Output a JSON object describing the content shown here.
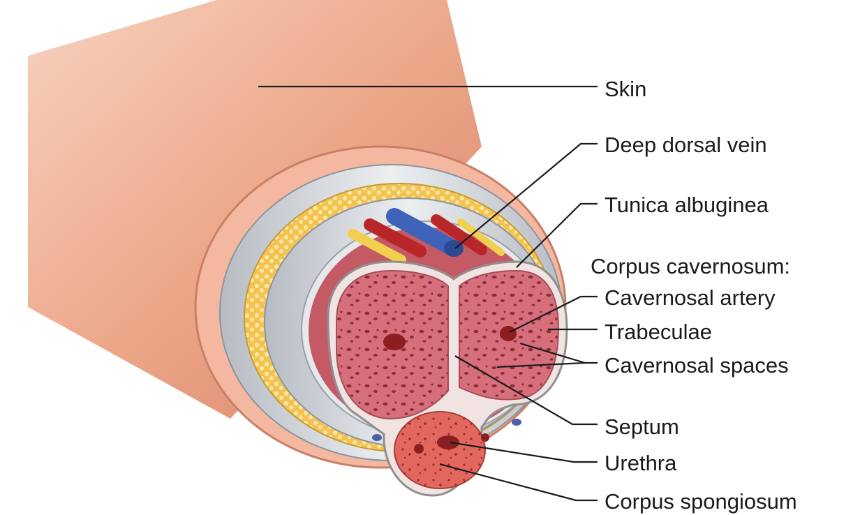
{
  "labels": {
    "skin": "Skin",
    "deep_dorsal_vein": "Deep dorsal vein",
    "tunica_albuginea": "Tunica albuginea",
    "corpus_cavernosum_heading": "Corpus cavernosum:",
    "cavernosal_artery": "Cavernosal artery",
    "trabeculae": "Trabeculae",
    "cavernosal_spaces": "Cavernosal spaces",
    "septum": "Septum",
    "urethra": "Urethra",
    "corpus_spongiosum": "Corpus spongiosum"
  },
  "colors": {
    "skin": "#e9a48a",
    "skin_cut": "#f0b49c",
    "fascia": "#c8ccd2",
    "fat": "#f2c14e",
    "tunica": "#d9dcdf",
    "cavernosum": "#d9707c",
    "spongiosum": "#e06a66",
    "artery": "#b8262a",
    "vein": "#3f63b8",
    "nerve": "#f4d35e"
  }
}
